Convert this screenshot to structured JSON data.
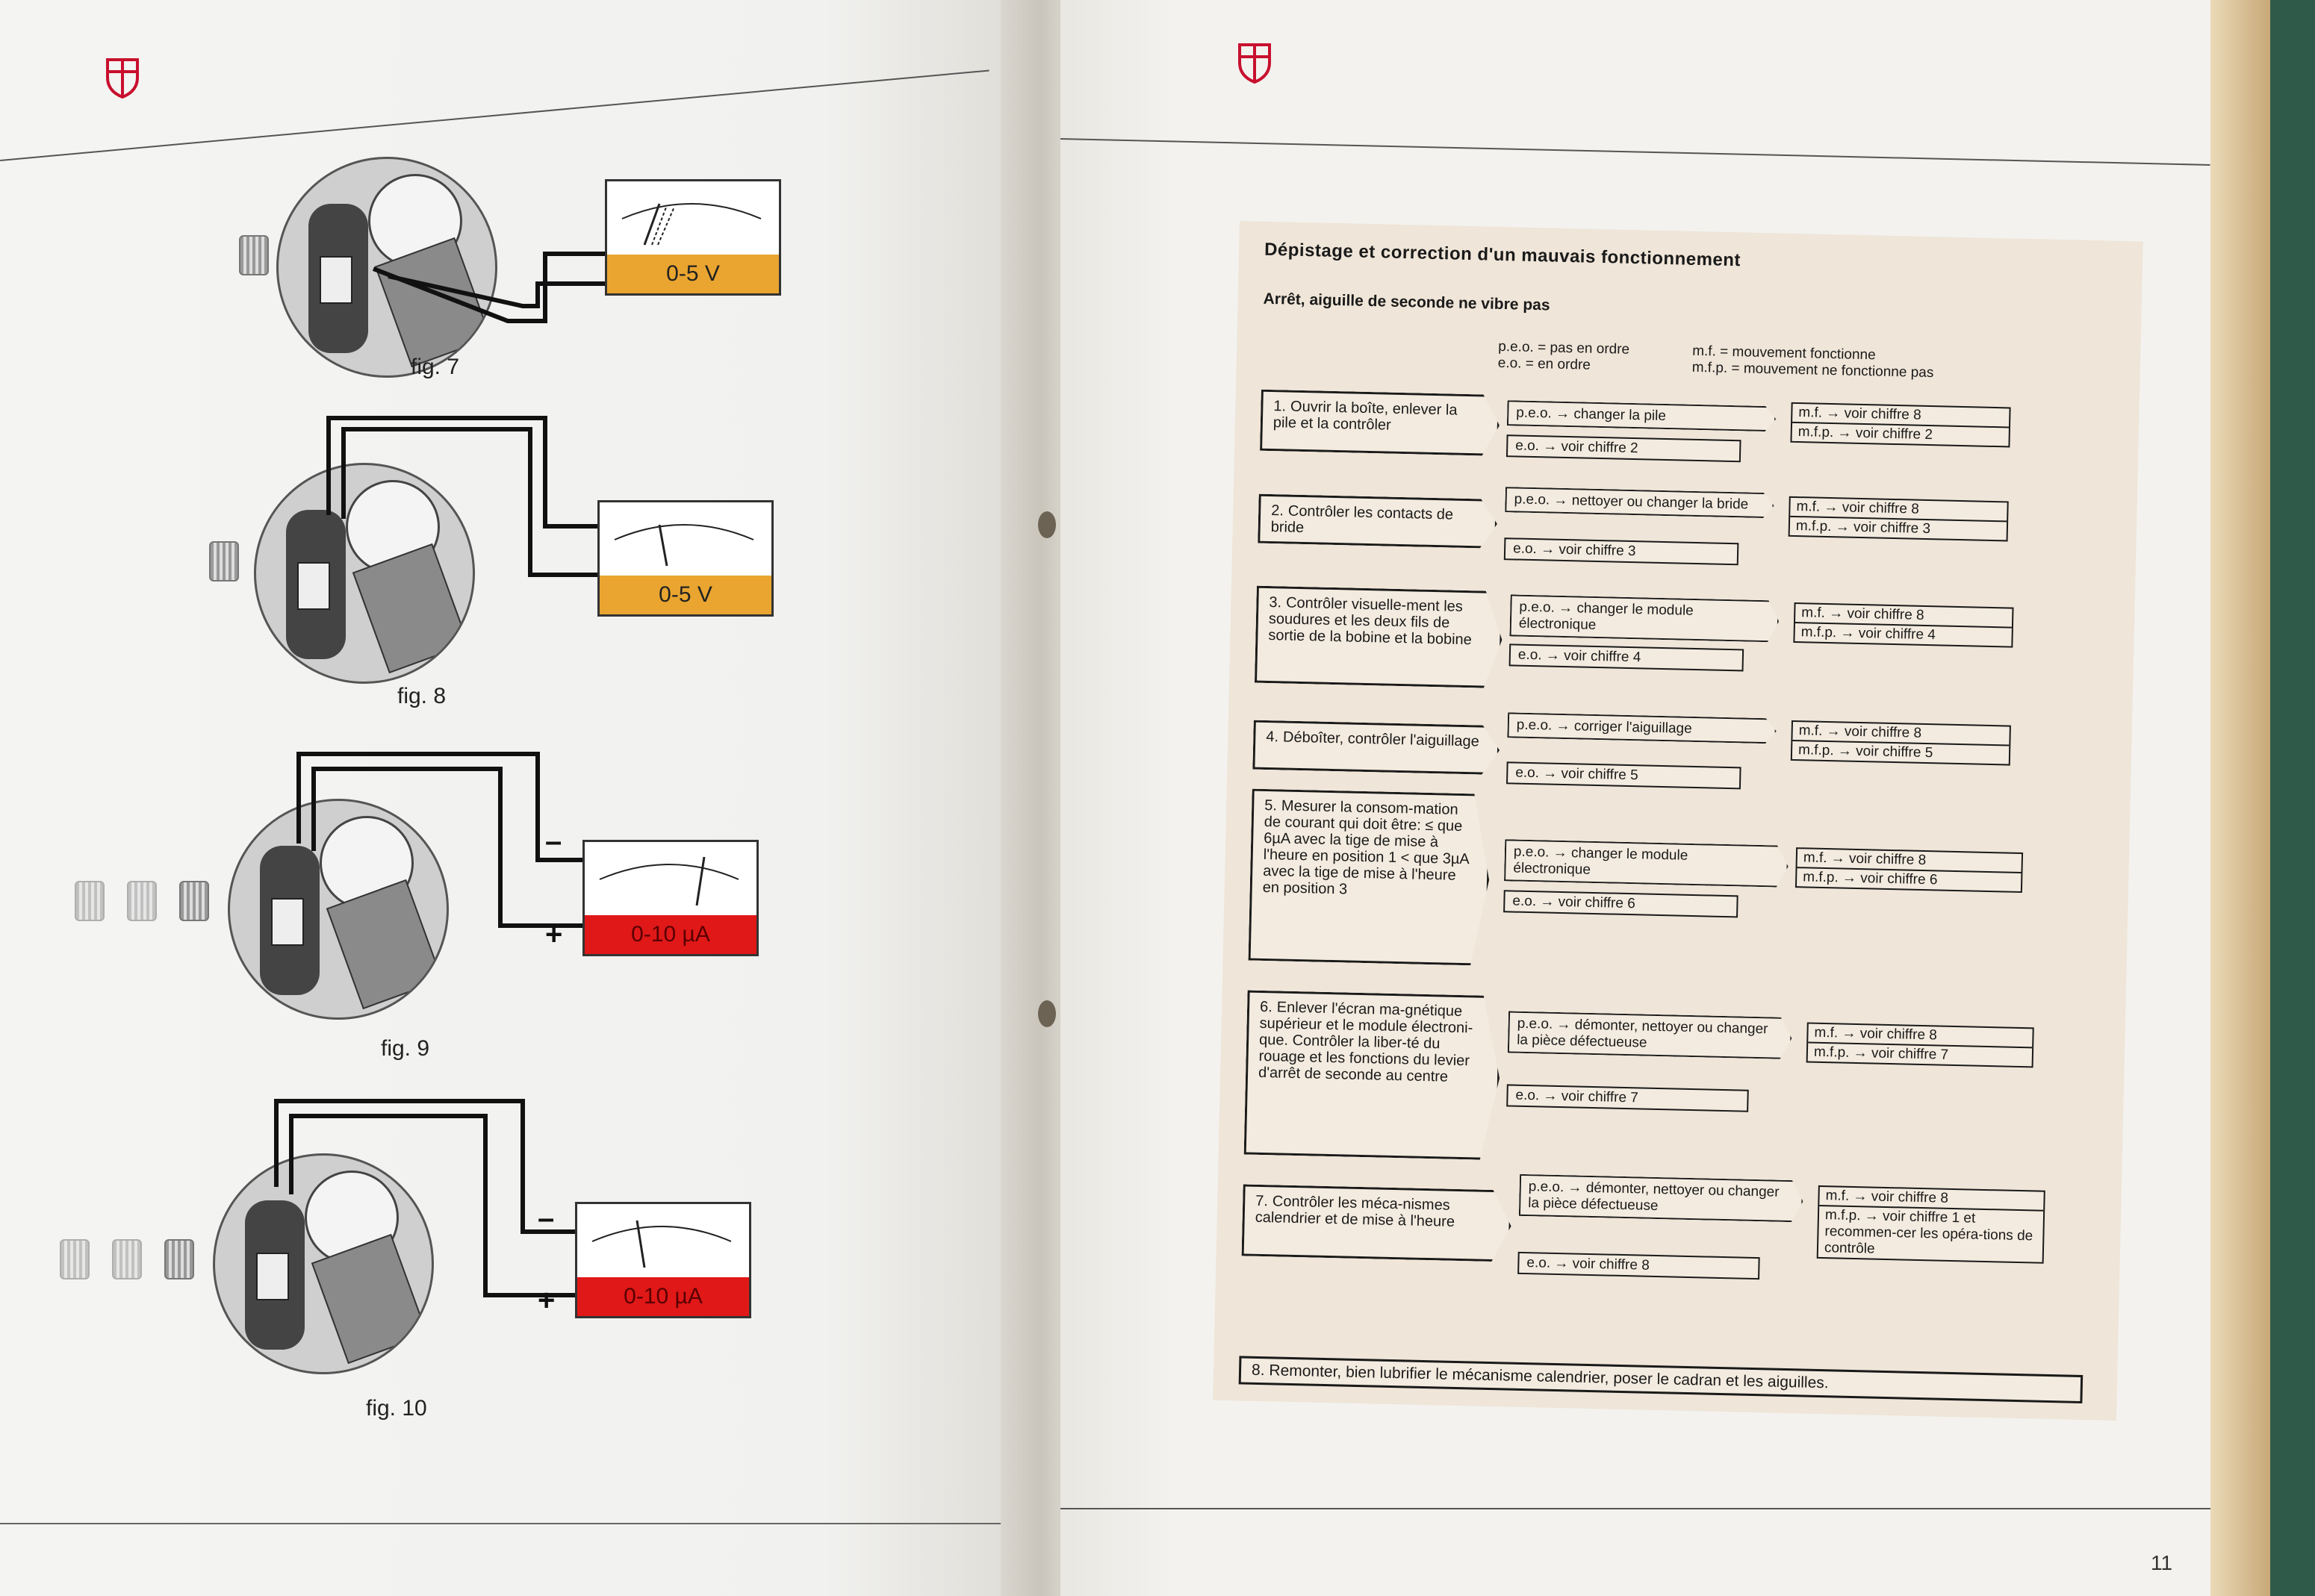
{
  "colors": {
    "accent_red": "#c8102e",
    "meter_orange": "#e9a530",
    "meter_red": "#e01818"
  },
  "figures": [
    {
      "caption": "fig. 7",
      "meter_label": "0-5 V",
      "meter_style": "orange"
    },
    {
      "caption": "fig. 8",
      "meter_label": "0-5 V",
      "meter_style": "orange"
    },
    {
      "caption": "fig. 9",
      "meter_label": "0-10 µA",
      "meter_style": "red",
      "minus": "–",
      "plus": "+"
    },
    {
      "caption": "fig. 10",
      "meter_label": "0-10 µA",
      "meter_style": "red",
      "minus": "–",
      "plus": "+"
    }
  ],
  "sheet": {
    "title": "Dépistage et correction d'un mauvais fonctionnement",
    "subtitle": "Arrêt, aiguille de seconde ne vibre pas",
    "legend_left": [
      "p.e.o. = pas en ordre",
      "e.o.    = en ordre"
    ],
    "legend_right": [
      "m.f.   = mouvement fonctionne",
      "m.f.p. = mouvement ne fonctionne pas"
    ],
    "steps": [
      {
        "num": "1.",
        "text": "Ouvrir la boîte, enlever la pile et la contrôler",
        "peo": "p.e.o.  →    changer la pile",
        "eo": "e.o.    →    voir chiffre 2",
        "mf": "m.f.      →    voir chiffre 8",
        "mfp": "m.f.p.   →    voir chiffre 2"
      },
      {
        "num": "2.",
        "text": "Contrôler les contacts de bride",
        "peo": "p.e.o.  →    nettoyer ou changer la bride",
        "eo": "e.o.    →    voir chiffre 3",
        "mf": "m.f.      →    voir chiffre 8",
        "mfp": "m.f.p.   →    voir chiffre 3"
      },
      {
        "num": "3.",
        "text": "Contrôler visuelle-ment les soudures et les deux fils de sortie de la bobine et la bobine",
        "peo": "p.e.o.  →    changer le module électronique",
        "eo": "e.o.    →    voir chiffre 4",
        "mf": "m.f.      →    voir chiffre 8",
        "mfp": "m.f.p.   →    voir chiffre 4"
      },
      {
        "num": "4.",
        "text": "Déboîter, contrôler l'aiguillage",
        "peo": "p.e.o.  →    corriger l'aiguillage",
        "eo": "e.o.    →    voir chiffre 5",
        "mf": "m.f.      →    voir chiffre 8",
        "mfp": "m.f.p.   →    voir chiffre 5"
      },
      {
        "num": "5.",
        "text": "Mesurer la consom-mation de courant qui doit être: ≤ que 6µA avec la tige de mise à l'heure en position 1 < que 3µA avec la tige de mise à l'heure en position 3",
        "peo": "p.e.o.  →    changer le module électronique",
        "eo": "e.o.    →    voir chiffre 6",
        "mf": "m.f.      →    voir chiffre 8",
        "mfp": "m.f.p.   →    voir chiffre 6"
      },
      {
        "num": "6.",
        "text": "Enlever l'écran ma-gnétique supérieur et le module électroni-que. Contrôler la liber-té du rouage et les fonctions du levier d'arrêt de seconde au centre",
        "peo": "p.e.o.  →    démonter, nettoyer ou changer la pièce défectueuse",
        "eo": "e.o.    →    voir chiffre 7",
        "mf": "m.f.      →    voir chiffre 8",
        "mfp": "m.f.p.   →    voir chiffre 7"
      },
      {
        "num": "7.",
        "text": "Contrôler les méca-nismes calendrier et de mise à l'heure",
        "peo": "p.e.o.  →    démonter, nettoyer ou changer la pièce défectueuse",
        "eo": "e.o.    →    voir chiffre 8",
        "mf": "m.f.      →    voir chiffre 8",
        "mfp": "m.f.p.   →    voir chiffre 1 et recommen-cer les opéra-tions de contrôle"
      }
    ],
    "final": "8.  Remonter, bien lubrifier le mécanisme calendrier, poser le cadran et les aiguilles."
  },
  "page_number": "11"
}
